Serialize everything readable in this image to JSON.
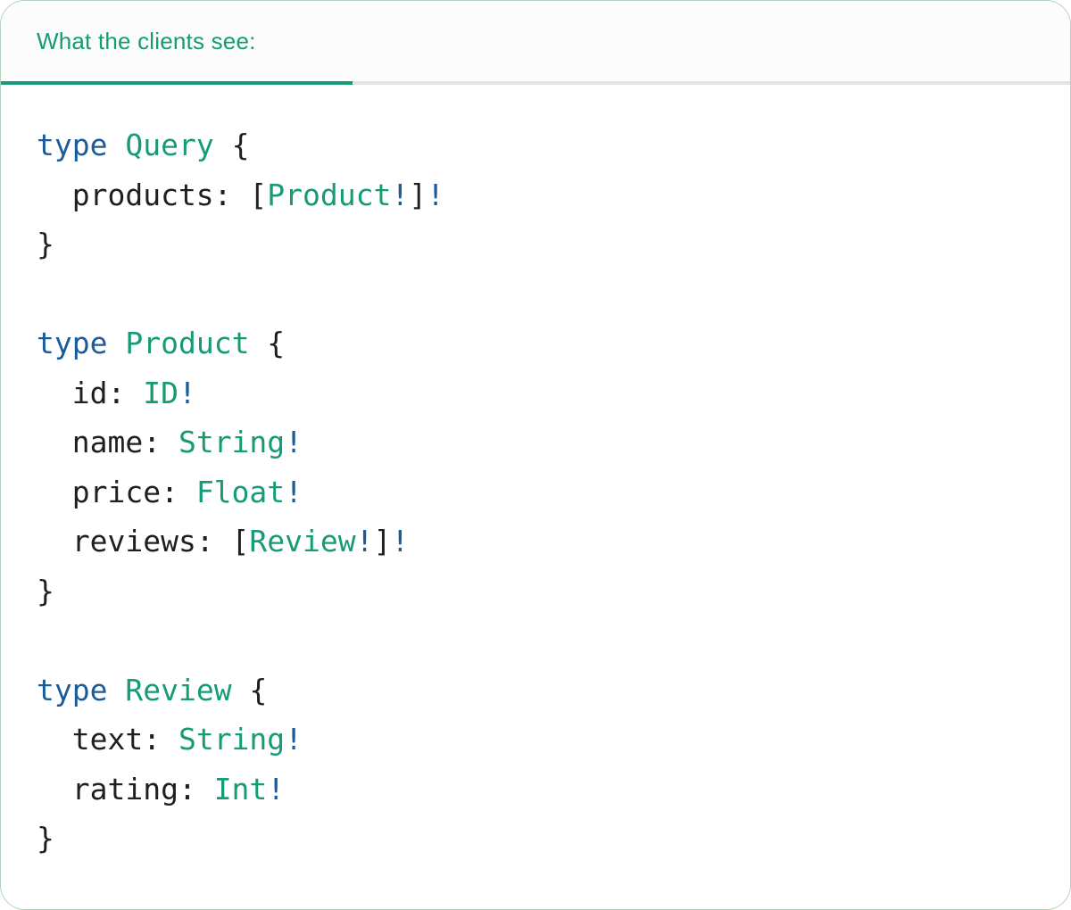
{
  "colors": {
    "accent-green": "#169b77",
    "keyword-blue": "#1b5b9b",
    "code-plain": "#1d1f22",
    "divider-gray": "#e3e3e3",
    "card-border": "#b3d2bc",
    "header-bg": "#fcfcfc",
    "card-bg": "#ffffff"
  },
  "header": {
    "tab_label": "What the clients see:"
  },
  "code": {
    "language": "graphql",
    "lines": [
      {
        "tokens": [
          {
            "t": "type",
            "c": "kw"
          },
          {
            "t": " ",
            "c": "pl"
          },
          {
            "t": "Query",
            "c": "ty"
          },
          {
            "t": " {",
            "c": "pl"
          }
        ]
      },
      {
        "tokens": [
          {
            "t": "  products: [",
            "c": "pl"
          },
          {
            "t": "Product",
            "c": "ty"
          },
          {
            "t": "!",
            "c": "bang"
          },
          {
            "t": "]",
            "c": "pl"
          },
          {
            "t": "!",
            "c": "bang"
          }
        ]
      },
      {
        "tokens": [
          {
            "t": "}",
            "c": "pl"
          }
        ]
      },
      {
        "tokens": []
      },
      {
        "tokens": [
          {
            "t": "type",
            "c": "kw"
          },
          {
            "t": " ",
            "c": "pl"
          },
          {
            "t": "Product",
            "c": "ty"
          },
          {
            "t": " {",
            "c": "pl"
          }
        ]
      },
      {
        "tokens": [
          {
            "t": "  id: ",
            "c": "pl"
          },
          {
            "t": "ID",
            "c": "ty"
          },
          {
            "t": "!",
            "c": "bang"
          }
        ]
      },
      {
        "tokens": [
          {
            "t": "  name: ",
            "c": "pl"
          },
          {
            "t": "String",
            "c": "ty"
          },
          {
            "t": "!",
            "c": "bang"
          }
        ]
      },
      {
        "tokens": [
          {
            "t": "  price: ",
            "c": "pl"
          },
          {
            "t": "Float",
            "c": "ty"
          },
          {
            "t": "!",
            "c": "bang"
          }
        ]
      },
      {
        "tokens": [
          {
            "t": "  reviews: [",
            "c": "pl"
          },
          {
            "t": "Review",
            "c": "ty"
          },
          {
            "t": "!",
            "c": "bang"
          },
          {
            "t": "]",
            "c": "pl"
          },
          {
            "t": "!",
            "c": "bang"
          }
        ]
      },
      {
        "tokens": [
          {
            "t": "}",
            "c": "pl"
          }
        ]
      },
      {
        "tokens": []
      },
      {
        "tokens": [
          {
            "t": "type",
            "c": "kw"
          },
          {
            "t": " ",
            "c": "pl"
          },
          {
            "t": "Review",
            "c": "ty"
          },
          {
            "t": " {",
            "c": "pl"
          }
        ]
      },
      {
        "tokens": [
          {
            "t": "  text: ",
            "c": "pl"
          },
          {
            "t": "String",
            "c": "ty"
          },
          {
            "t": "!",
            "c": "bang"
          }
        ]
      },
      {
        "tokens": [
          {
            "t": "  rating: ",
            "c": "pl"
          },
          {
            "t": "Int",
            "c": "ty"
          },
          {
            "t": "!",
            "c": "bang"
          }
        ]
      },
      {
        "tokens": [
          {
            "t": "}",
            "c": "pl"
          }
        ]
      }
    ]
  }
}
